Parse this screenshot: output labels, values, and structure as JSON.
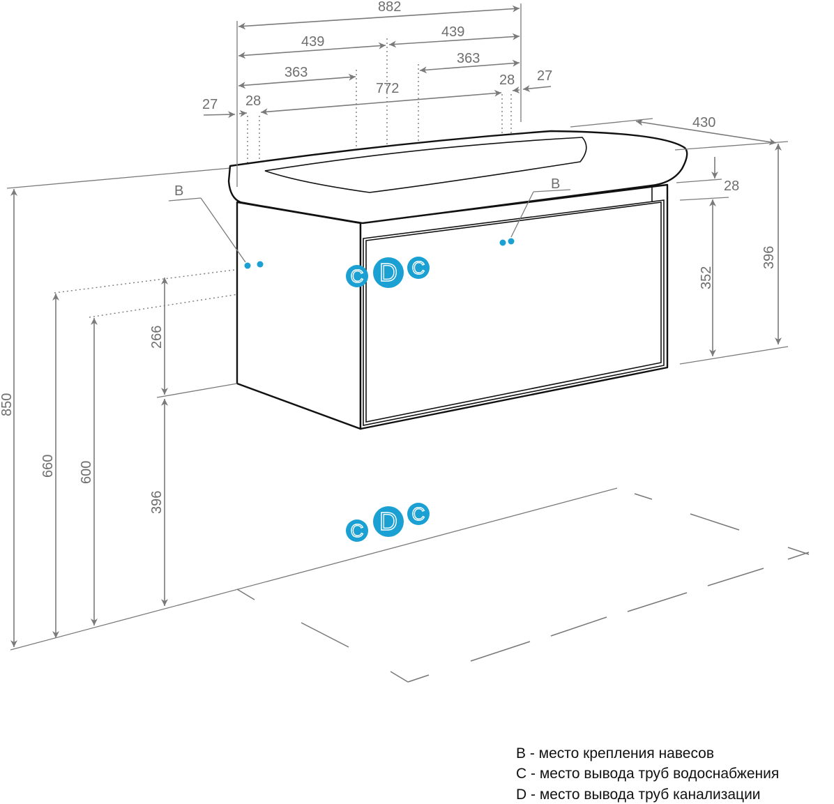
{
  "dimensions": {
    "total_width": "882",
    "half_left": "439",
    "half_right": "439",
    "water_left": "363",
    "water_right": "363",
    "mount_span": "772",
    "mount_offset_left": "28",
    "edge_offset_left": "27",
    "mount_offset_right": "28",
    "edge_offset_right": "27",
    "depth": "430",
    "top_thickness": "28",
    "body_height": "352",
    "total_height_right": "396",
    "floor_to_top": "850",
    "floor_to_mount": "660",
    "floor_to_water": "600",
    "mount_to_bottom": "266",
    "floor_to_bottom": "396"
  },
  "markers": {
    "mount_label_left": "B",
    "mount_label_right": "B",
    "water": "C",
    "drain": "D"
  },
  "legend": [
    "B - место крепления навесов",
    "C - место вывода труб водоснабжения",
    "D - место вывода труб канализации"
  ],
  "colors": {
    "marker": "#1aa0d2",
    "dimension": "#7a7a7a",
    "outline": "#111111"
  }
}
